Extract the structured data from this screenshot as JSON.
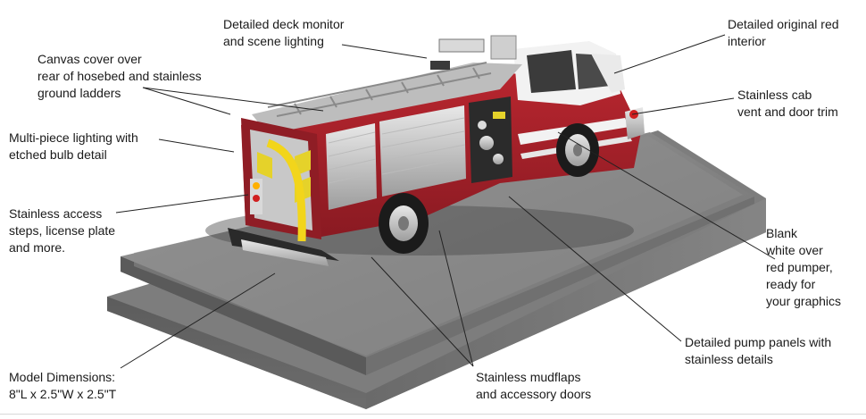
{
  "callouts": {
    "deck_monitor": [
      "Detailed deck monitor",
      "and scene lighting"
    ],
    "red_interior": [
      "Detailed original red",
      "interior"
    ],
    "canvas_cover": [
      "Canvas cover over",
      "rear of hosebed and stainless",
      "ground ladders"
    ],
    "cab_vent": [
      "Stainless cab",
      "vent and door trim"
    ],
    "lighting": [
      "Multi-piece lighting with",
      "etched bulb detail"
    ],
    "access_steps": [
      "Stainless access",
      "steps, license plate",
      "and more."
    ],
    "blank_pumper": [
      "Blank",
      "white over",
      "red pumper,",
      "ready for",
      "your graphics"
    ],
    "pump_panels": [
      "Detailed pump panels with",
      "stainless details"
    ],
    "dimensions": [
      "Model Dimensions:",
      "8\"L x 2.5\"W x 2.5\"T"
    ],
    "mudflaps": [
      "Stainless mudflaps",
      "and accessory doors"
    ]
  },
  "colors": {
    "truck_red": "#a3222b",
    "truck_white": "#f2f2f2",
    "base_gray": "#777777",
    "leader_line": "#222222"
  }
}
